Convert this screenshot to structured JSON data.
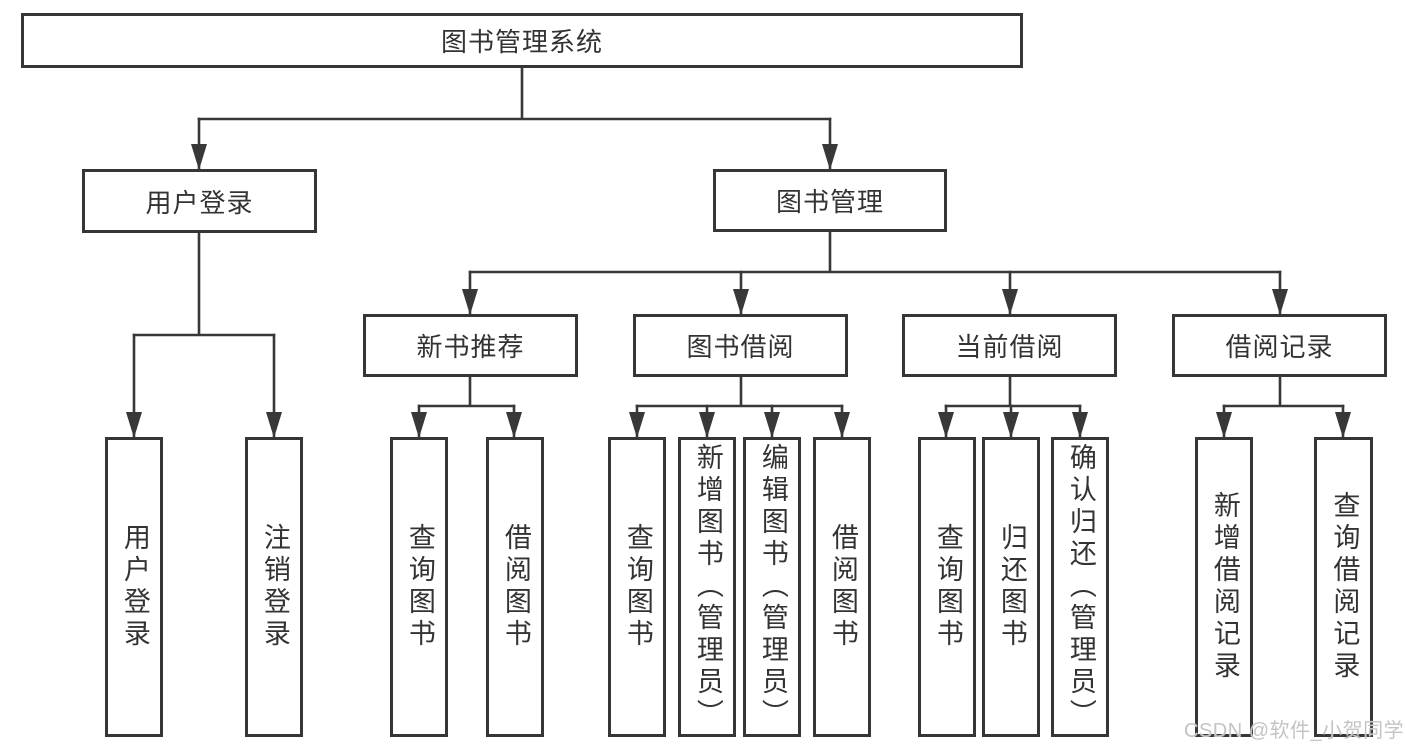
{
  "diagram": {
    "root": {
      "label": "图书管理系统",
      "children": [
        {
          "label": "用户登录",
          "children": [
            {
              "label": "用户登录"
            },
            {
              "label": "注销登录"
            }
          ]
        },
        {
          "label": "图书管理",
          "children": [
            {
              "label": "新书推荐",
              "children": [
                {
                  "label": "查询图书"
                },
                {
                  "label": "借阅图书"
                }
              ]
            },
            {
              "label": "图书借阅",
              "children": [
                {
                  "label": "查询图书"
                },
                {
                  "label": "新增图书（管理员）"
                },
                {
                  "label": "编辑图书（管理员）"
                },
                {
                  "label": "借阅图书"
                }
              ]
            },
            {
              "label": "当前借阅",
              "children": [
                {
                  "label": "查询图书"
                },
                {
                  "label": "归还图书"
                },
                {
                  "label": "确认归还（管理员）"
                }
              ]
            },
            {
              "label": "借阅记录",
              "children": [
                {
                  "label": "新增借阅记录"
                },
                {
                  "label": "查询借阅记录"
                }
              ]
            }
          ]
        }
      ]
    },
    "colors": {
      "line": "#383838",
      "box_border": "#363636",
      "text": "#333333",
      "background": "#ffffff",
      "watermark": "#c4c4c4"
    }
  },
  "watermark": "CSDN @软件_小贺同学"
}
